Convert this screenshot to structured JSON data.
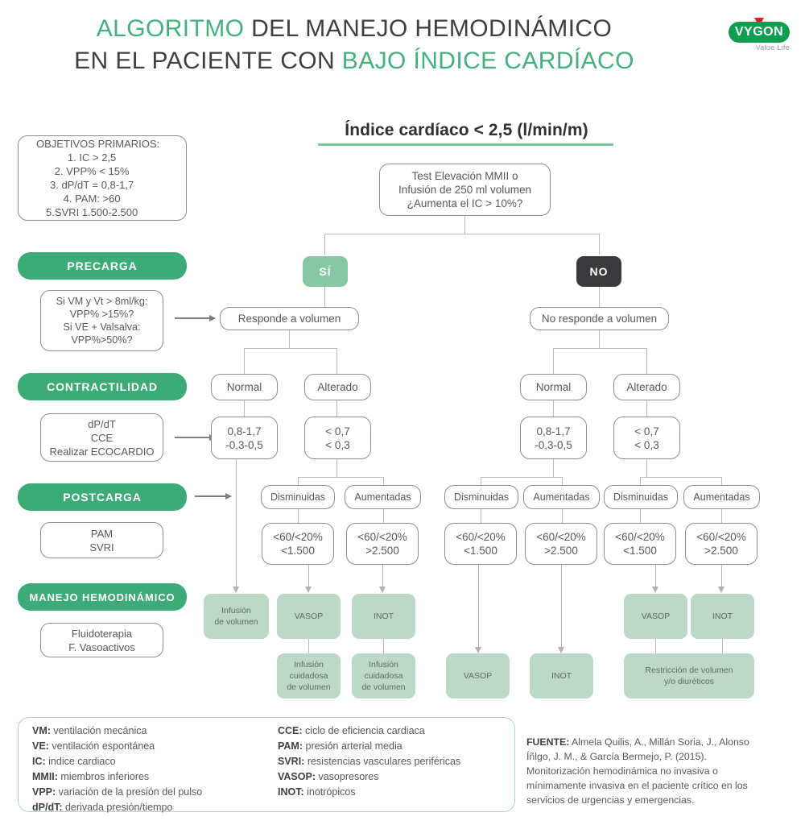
{
  "header": {
    "title_line1_a": "ALGORITMO",
    "title_line1_b": " DEL MANEJO HEMODINÁMICO",
    "title_line2_a": "EN EL PACIENTE CON ",
    "title_line2_b": "BAJO ÍNDICE CARDÍACO",
    "logo_name": "VYGON",
    "logo_tagline": "Value Life"
  },
  "colors": {
    "green_primary": "#3cab77",
    "green_light": "#bcd8c7",
    "green_badge": "#86c7a4",
    "dark_badge": "#3a3a3c",
    "text": "#57585a",
    "logo_green": "#0e9e4f",
    "logo_red": "#d8232a"
  },
  "objectives": {
    "heading": "OBJETIVOS PRIMARIOS:",
    "items": [
      "1. IC > 2,5",
      "2. VPP% < 15%",
      "3. dP/dT = 0,8-1,7",
      "4. PAM: >60",
      "5.SVRI 1.500-2.500"
    ]
  },
  "headline": "Índice cardíaco < 2,5 (l/min/m)",
  "root_test": "Test Elevación MMII o\nInfusión de 250 ml volumen\n¿Aumenta el IC > 10%?",
  "branch_labels": {
    "yes": "SÍ",
    "no": "NO"
  },
  "sections": [
    {
      "pill": "PRECARGA",
      "detail": "Si VM y Vt > 8ml/kg:\nVPP% >15%?\nSi VE + Valsalva:\nVPP%>50%?"
    },
    {
      "pill": "CONTRACTILIDAD",
      "detail": "dP/dT\nCCE\nRealizar ECOCARDIO"
    },
    {
      "pill": "POSTCARGA",
      "detail": "PAM\nSVRI"
    },
    {
      "pill": "MANEJO HEMODINÁMICO",
      "detail": "Fluidoterapia\nF. Vasoactivos"
    }
  ],
  "flow": {
    "yes_response": "Responde a volumen",
    "no_response": "No responde a volumen",
    "contractility_states": {
      "normal": "Normal",
      "altered": "Alterado"
    },
    "contractility_values": {
      "normal": "0,8-1,7\n-0,3-0,5",
      "altered": "< 0,7\n< 0,3"
    },
    "afterload_states": {
      "low": "Disminuidas",
      "high": "Aumentadas"
    },
    "afterload_values": {
      "low": "<60/<20%\n<1.500",
      "high": "<60/<20%\n>2.500"
    },
    "outcomes": {
      "volume_infusion": "Infusión\nde volumen",
      "vasop": "VASOP",
      "inot": "INOT",
      "careful_volume": "Infusión\ncuidadosa\nde volumen",
      "restriction": "Restricción de volumen\ny/o diuréticos"
    }
  },
  "legend": {
    "column1": [
      {
        "abbr": "VM:",
        "text": " ventilación mecánica"
      },
      {
        "abbr": "VE:",
        "text": " ventilación espontánea"
      },
      {
        "abbr": "IC:",
        "text": " indice cardiaco"
      },
      {
        "abbr": "MMII:",
        "text": " miembros inferiores"
      },
      {
        "abbr": "VPP:",
        "text": " variación de la presión del pulso"
      },
      {
        "abbr": "dP/dT:",
        "text": " derivada presión/tiempo"
      }
    ],
    "column2": [
      {
        "abbr": "CCE:",
        "text": " ciclo de eficiencia cardiaca"
      },
      {
        "abbr": "PAM:",
        "text": " presión arterial media"
      },
      {
        "abbr": "SVRI:",
        "text": " resistencias vasculares periféricas"
      },
      {
        "abbr": "VASOP:",
        "text": " vasopresores"
      },
      {
        "abbr": "INOT:",
        "text": " inotrópicos"
      }
    ]
  },
  "source": {
    "label": "FUENTE:",
    "text": " Almela Quilis, A., Millán Soria, J., Alonso Íñlgo, J. M., & García Bermejo, P. (2015). Monitorización hemodinámica no invasiva o mínimamente invasiva en el paciente crítico en los servicios de urgencias y emergencias."
  }
}
